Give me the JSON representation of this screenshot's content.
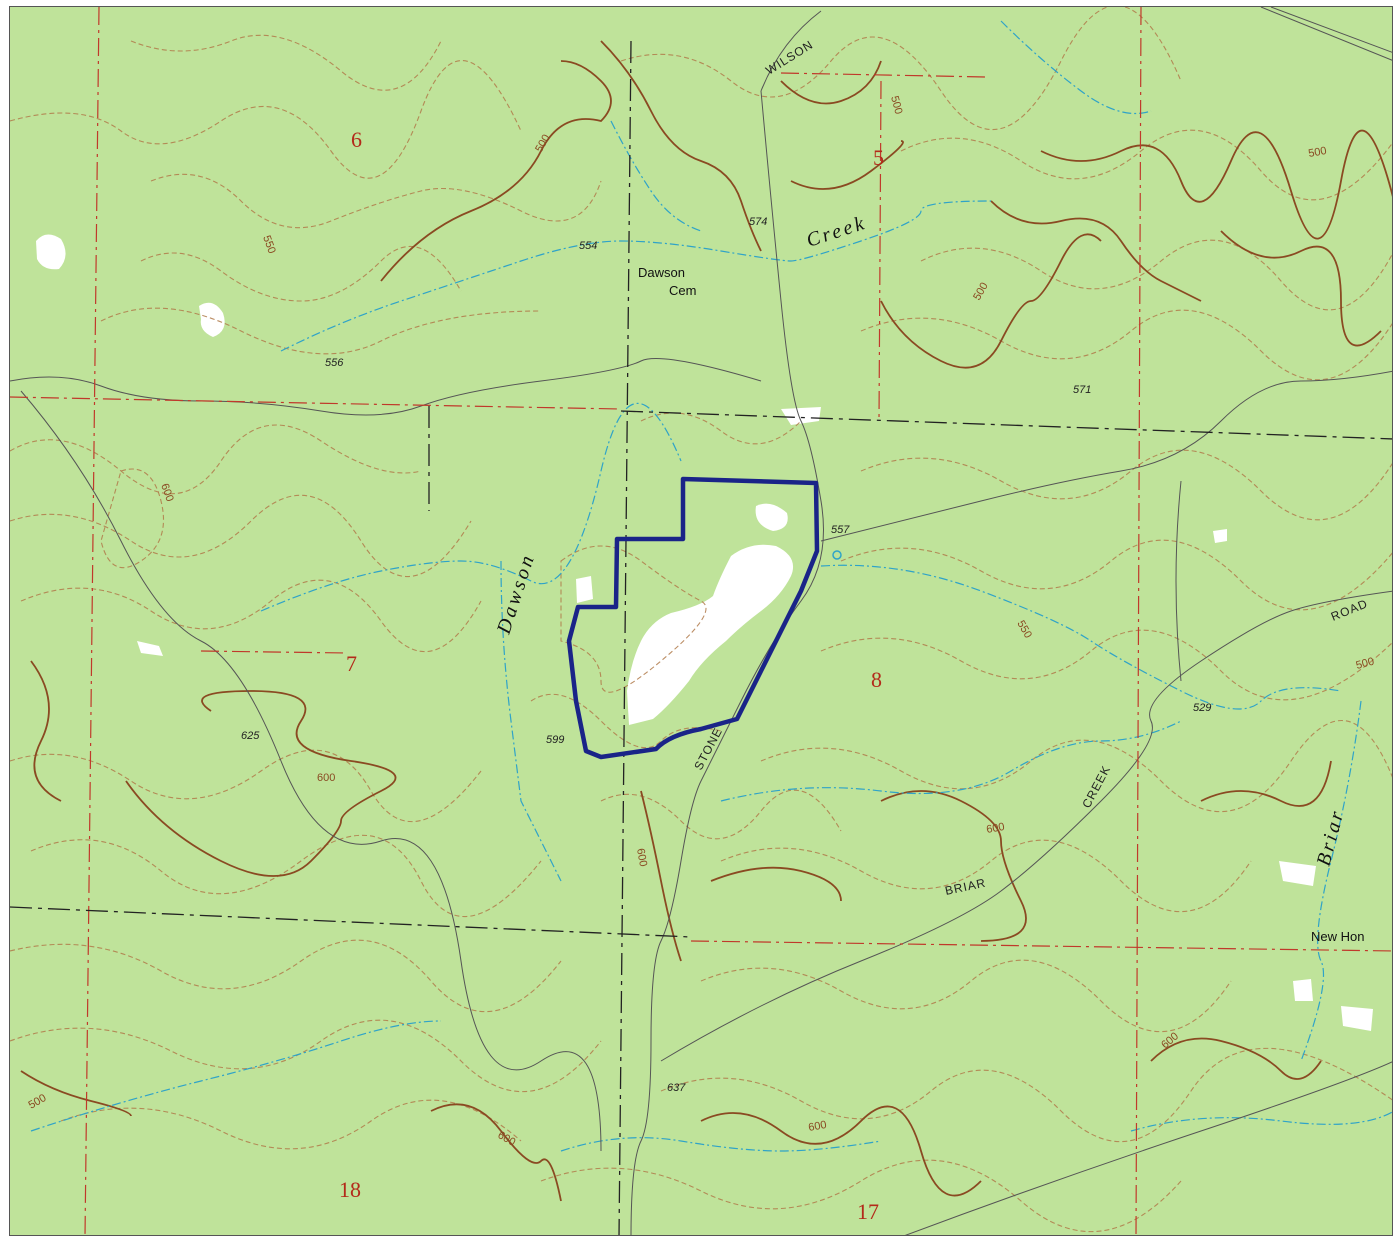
{
  "colors": {
    "land": "#bfe39a",
    "contour": "#b07a4a",
    "contour_index": "#8a4a22",
    "water": "#2fa3c8",
    "section_line": "#c0392b",
    "boundary": "#1a2488",
    "section_number": "#b32a1a",
    "clearing": "#ffffff"
  },
  "section_numbers": {
    "s6": "6",
    "s5": "5",
    "s7": "7",
    "s8": "8",
    "s18": "18",
    "s17": "17"
  },
  "place_names": {
    "dawson_cem_line1": "Dawson",
    "dawson_cem_line2": "Cem",
    "new_hope": "New Hon"
  },
  "water_names": {
    "creek": "Creek",
    "dawson": "Dawson",
    "briar": "Briar"
  },
  "road_names": {
    "wilson": "WILSON",
    "stone": "STONE",
    "road": "ROAD",
    "briar": "BRIAR",
    "creek": "CREEK"
  },
  "elevations": {
    "e554": "554",
    "e574": "574",
    "e556": "556",
    "e571": "571",
    "e557": "557",
    "e529": "529",
    "e599": "599",
    "e625": "625",
    "e637": "637"
  },
  "contour_values": {
    "c500_a": "500",
    "c500_b": "500",
    "c500_c": "500",
    "c500_d": "500",
    "c500_e": "500",
    "c500_f": "500",
    "c550_a": "550",
    "c550_b": "550",
    "c600_a": "600",
    "c600_b": "600",
    "c600_c": "600",
    "c600_d": "600",
    "c600_e": "600",
    "c600_f": "600",
    "c600_g": "600"
  }
}
